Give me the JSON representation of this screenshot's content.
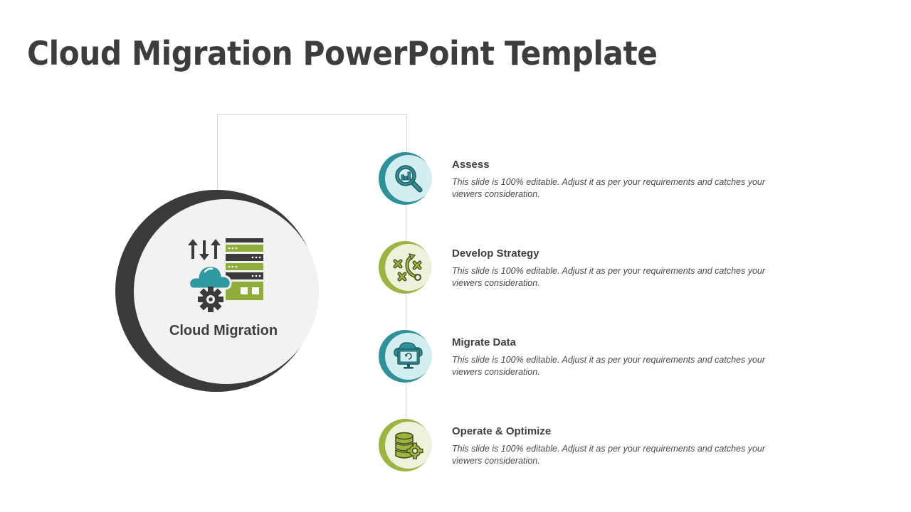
{
  "slide": {
    "title": "Cloud Migration PowerPoint Template"
  },
  "center": {
    "label": "Cloud Migration",
    "icon": "cloud-server-migration-icon",
    "colors": {
      "ring": "#3a3a3a",
      "fill": "#f2f2f2",
      "teal": "#2e9aa0",
      "green": "#8fad3a",
      "dark": "#3a3a3a"
    }
  },
  "steps": [
    {
      "title": "Assess",
      "description": "This slide is 100%  editable. Adjust it as per your requirements and catches your viewers consideration.",
      "icon": "magnifier-chart-icon",
      "ring_color": "#2e9098",
      "fill_color": "#d3eef1"
    },
    {
      "title": "Develop Strategy",
      "description": "This slide is 100%  editable. Adjust it as per your requirements and catches your viewers consideration.",
      "icon": "strategy-play-icon",
      "ring_color": "#9bb540",
      "fill_color": "#eef2dc"
    },
    {
      "title": "Migrate Data",
      "description": "This slide is 100%  editable. Adjust it as per your requirements and catches your viewers consideration.",
      "icon": "cloud-monitor-sync-icon",
      "ring_color": "#2e9098",
      "fill_color": "#d3eef1"
    },
    {
      "title": "Operate & Optimize",
      "description": "This slide is 100%  editable. Adjust it as per your requirements and catches your viewers consideration.",
      "icon": "database-gear-icon",
      "ring_color": "#9bb540",
      "fill_color": "#eef2dc"
    }
  ]
}
